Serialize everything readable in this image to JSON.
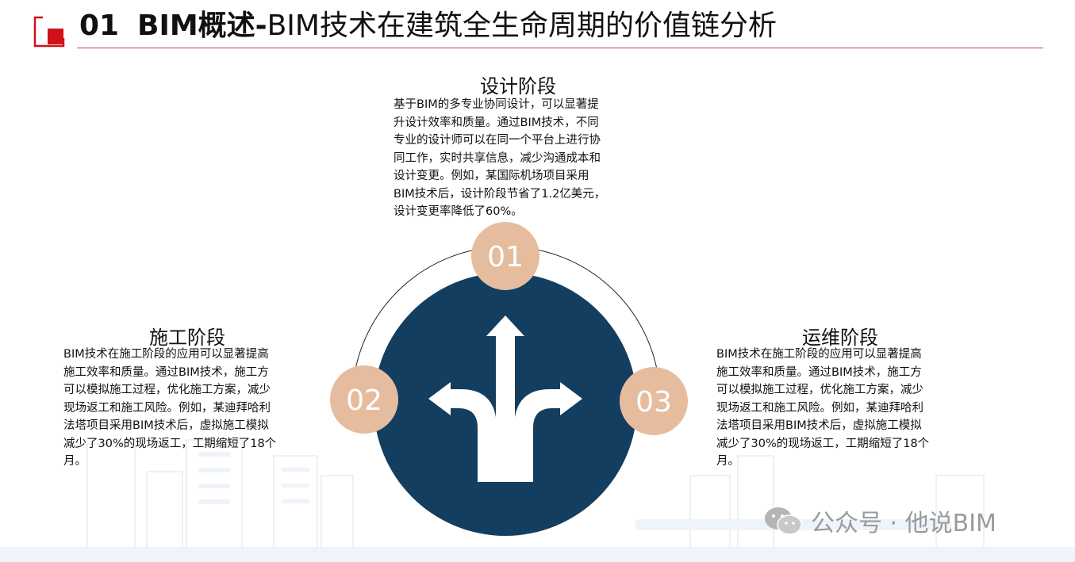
{
  "header": {
    "number": "01",
    "bold_part": "BIM概述-",
    "rest": "BIM技术在建筑全生命周期的价值链分析"
  },
  "stages": [
    {
      "num": "01",
      "title": "设计阶段",
      "lines": [
        "基于BIM的多专业协同设计，可以显著提",
        "升设计效率和质量。通过BIM技术，不同",
        "专业的设计师可以在同一个平台上进行协",
        "同工作，实时共享信息，减少沟通成本和",
        "设计变更。例如，某国际机场项目采用",
        "BIM技术后，设计阶段节省了1.2亿美元，",
        "设计变更率降低了60%。"
      ]
    },
    {
      "num": "02",
      "title": "施工阶段",
      "lines": [
        "BIM技术在施工阶段的应用可以显著提高",
        "施工效率和质量。通过BIM技术，施工方",
        "可以模拟施工过程，优化施工方案，减少",
        "现场返工和施工风险。例如，某迪拜哈利",
        "法塔项目采用BIM技术后，虚拟施工模拟",
        "减少了30%的现场返工，工期缩短了18个",
        "月。"
      ]
    },
    {
      "num": "03",
      "title": "运维阶段",
      "lines": [
        "BIM技术在施工阶段的应用可以显著提高",
        "施工效率和质量。通过BIM技术，施工方",
        "可以模拟施工过程，优化施工方案，减少",
        "现场返工和施工风险。例如，某迪拜哈利",
        "法塔项目采用BIM技术后，虚拟施工模拟",
        "减少了30%的现场返工，工期缩短了18个",
        "月。"
      ]
    }
  ],
  "watermark": {
    "text": "公众号 · 他说BIM",
    "icon": "wechat-icon"
  },
  "colors": {
    "navy": "#143e5f",
    "peach": "#e5bd9e",
    "accent_red": "#d0121b",
    "rule": "#d63b45"
  }
}
